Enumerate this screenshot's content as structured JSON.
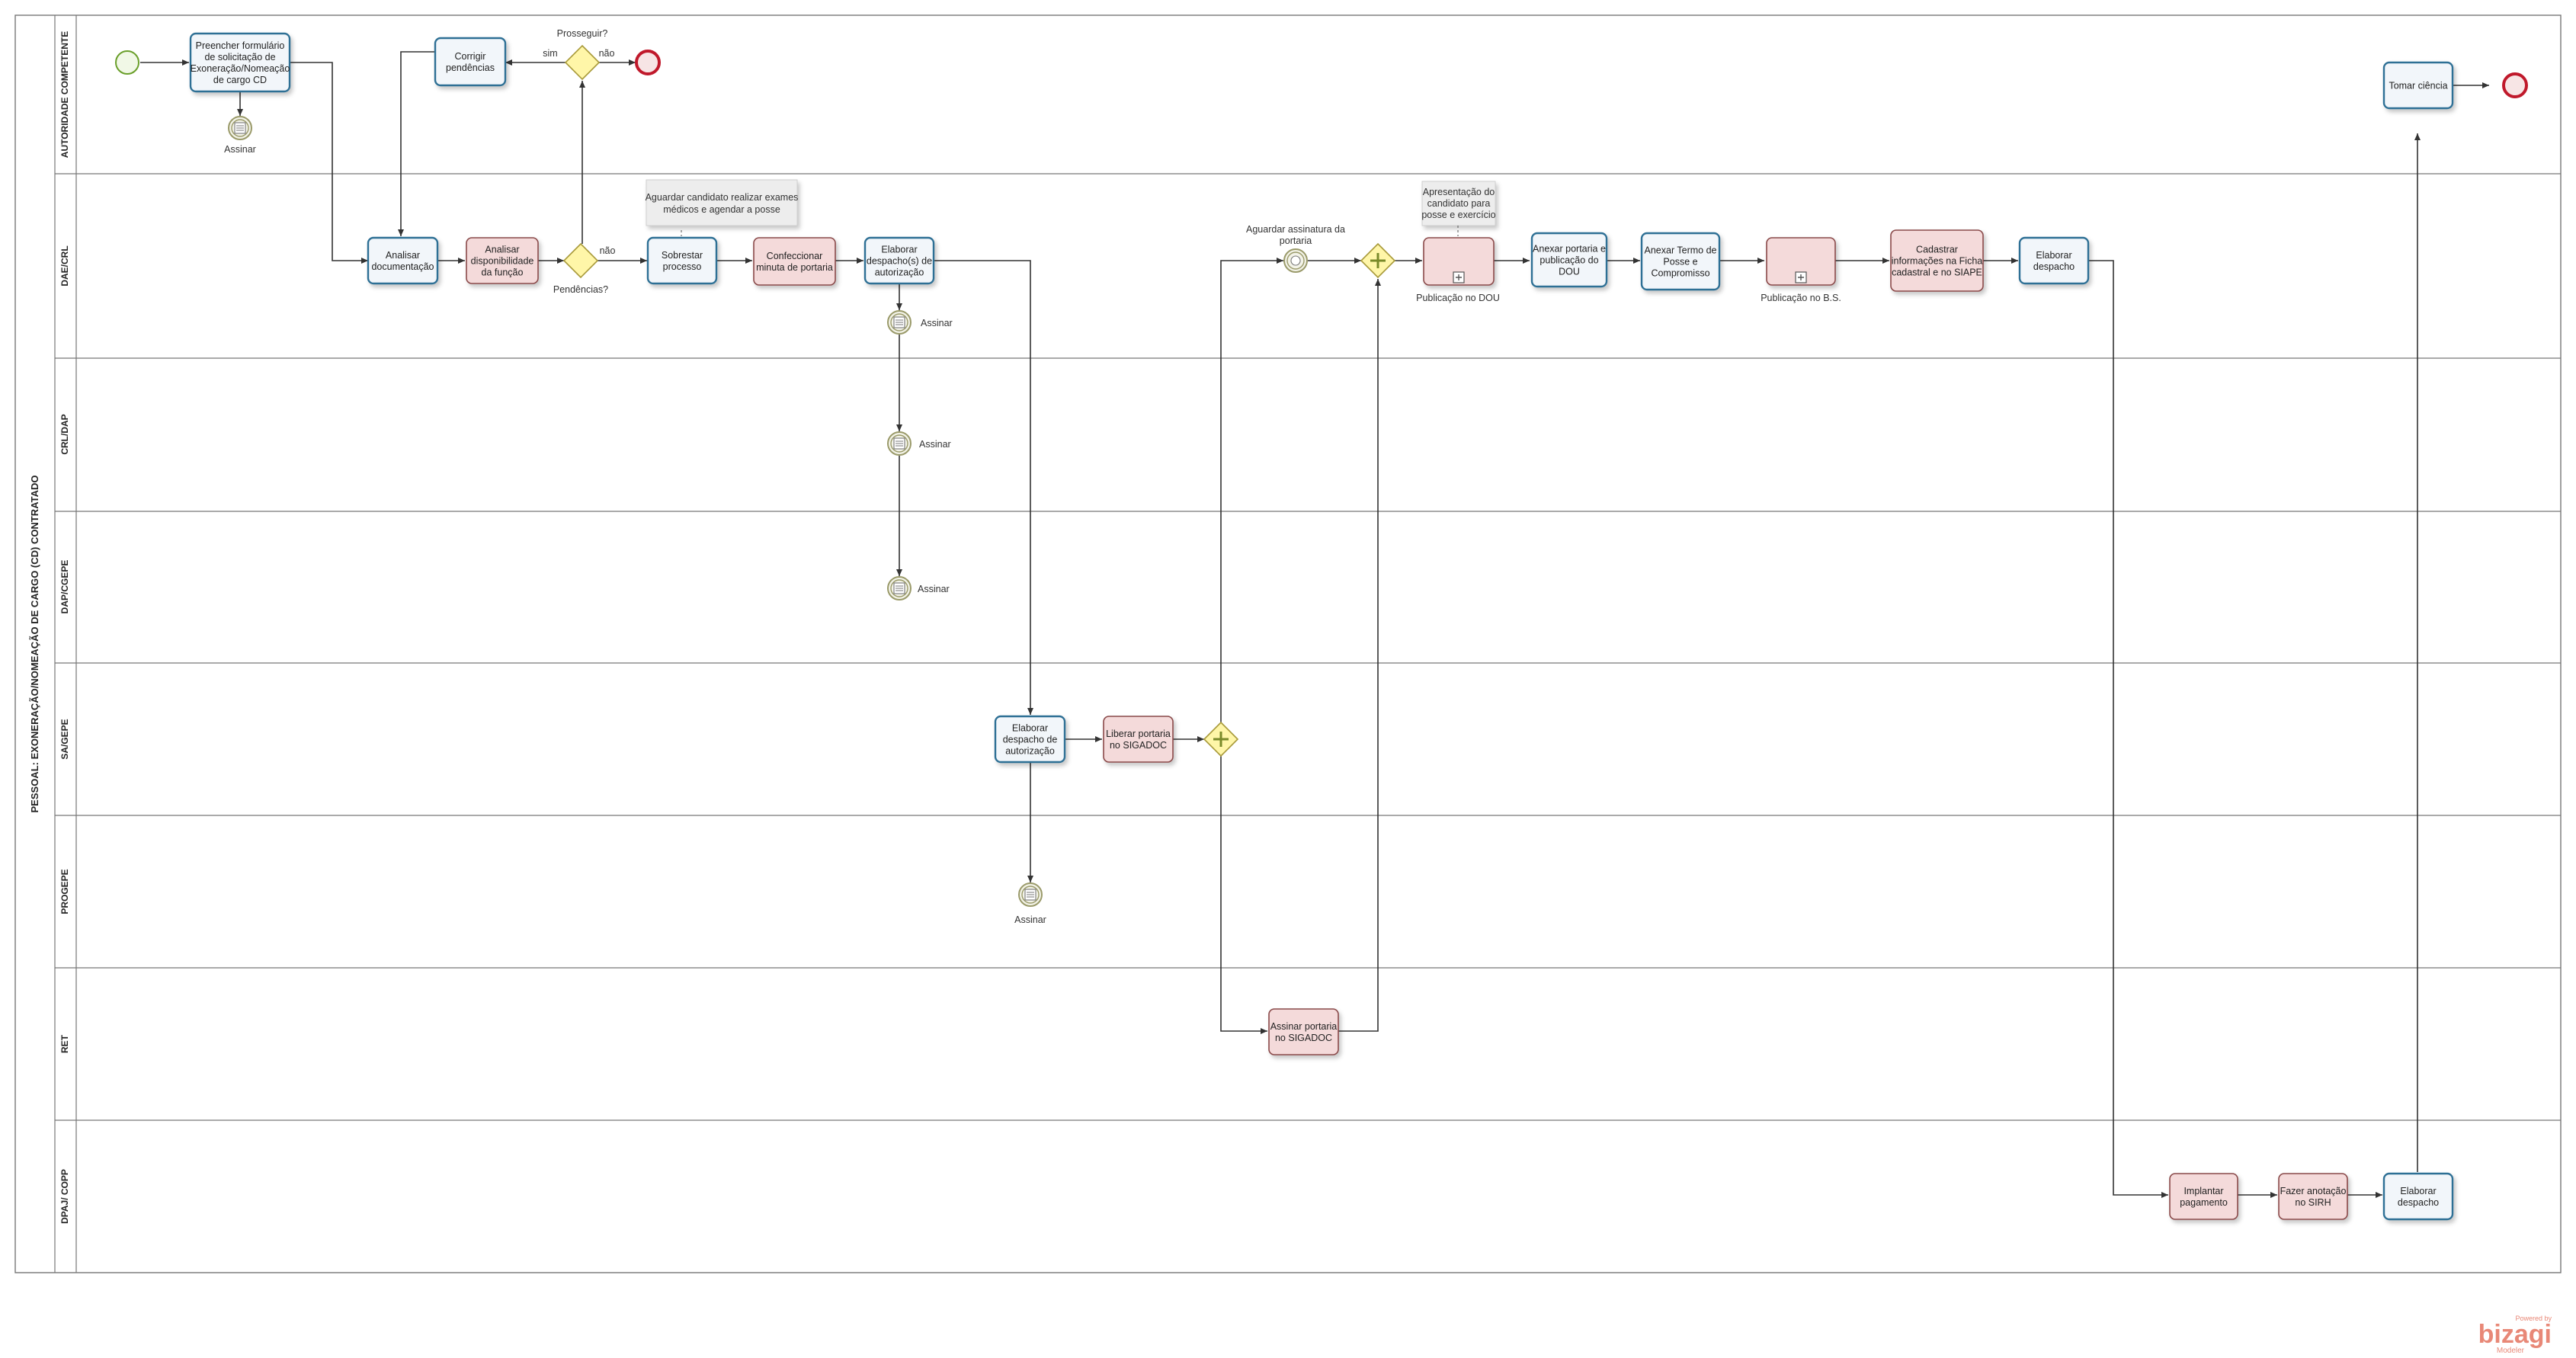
{
  "pool": {
    "title": "PESSOAL: EXONERAÇÃO/NOMEAÇÃO DE CARGO (CD) CONTRATADO"
  },
  "lanes": [
    "AUTORIDADE COMPETENTE",
    "DAE/CRL",
    "CRL/DAP",
    "DAP/CGEPE",
    "SA/GEPE",
    "PROGEPE",
    "RET",
    "DPAJ/ COPP"
  ],
  "tasks": {
    "preencher": [
      "Preencher formulário",
      "de solicitação de",
      "Exoneração/Nomeação",
      "de cargo CD"
    ],
    "corrigir": [
      "Corrigir",
      "pendências"
    ],
    "tomar_ciencia": [
      "Tomar ciência"
    ],
    "analisar_doc": [
      "Analisar",
      "documentação"
    ],
    "analisar_disp": [
      "Analisar",
      "disponibilidade",
      "da função"
    ],
    "sobrestar": [
      "Sobrestar",
      "processo"
    ],
    "confeccionar": [
      "Confeccionar",
      "minuta de portaria"
    ],
    "elaborar_despacho_aut": [
      "Elaborar",
      "despacho(s) de",
      "autorização"
    ],
    "anexar_portaria": [
      "Anexar portaria e",
      "publicação do",
      "DOU"
    ],
    "anexar_termo": [
      "Anexar Termo de",
      "Posse e",
      "Compromisso"
    ],
    "cadastrar": [
      "Cadastrar",
      "informações na Ficha",
      "cadastral e no SIAPE"
    ],
    "elaborar_despacho_dae": [
      "Elaborar",
      "despacho"
    ],
    "elaborar_despacho_sa": [
      "Elaborar",
      "despacho de",
      "autorização"
    ],
    "liberar_portaria": [
      "Liberar portaria",
      "no SIGADOC"
    ],
    "assinar_portaria": [
      "Assinar portaria",
      "no SIGADOC"
    ],
    "implantar": [
      "Implantar",
      "pagamento"
    ],
    "fazer_anotacao": [
      "Fazer anotação",
      "no SIRH"
    ],
    "elaborar_despacho_dpaj": [
      "Elaborar",
      "despacho"
    ]
  },
  "subprocesses": {
    "publicacao_dou": "Publicação no DOU",
    "publicacao_bs": "Publicação no B.S."
  },
  "gateways": {
    "prosseguir": "Prosseguir?",
    "pendencias": "Pendências?"
  },
  "edge_labels": {
    "sim": "sim",
    "nao_top": "não",
    "nao_mid": "não"
  },
  "events": {
    "assinar": "Assinar",
    "aguardar_assinatura": [
      "Aguardar assinatura da",
      "portaria"
    ]
  },
  "annotations": {
    "exames": [
      "Aguardar candidato realizar exames",
      "médicos e agendar a posse"
    ],
    "apresentacao": [
      "Apresentação do",
      "candidato para",
      "posse e exercício"
    ]
  },
  "logo": {
    "powered_by": "Powered by",
    "brand": "bizagi",
    "product": "Modeler"
  },
  "colors": {
    "task_blue_border": "#2e6f95",
    "task_red_fill": "#f4dada",
    "start_event": "#6a9f2a",
    "end_event": "#c0192b",
    "gateway_fill": "#fff6a8",
    "intermediate_event": "#9a9a6a",
    "logo": "#e88877"
  }
}
